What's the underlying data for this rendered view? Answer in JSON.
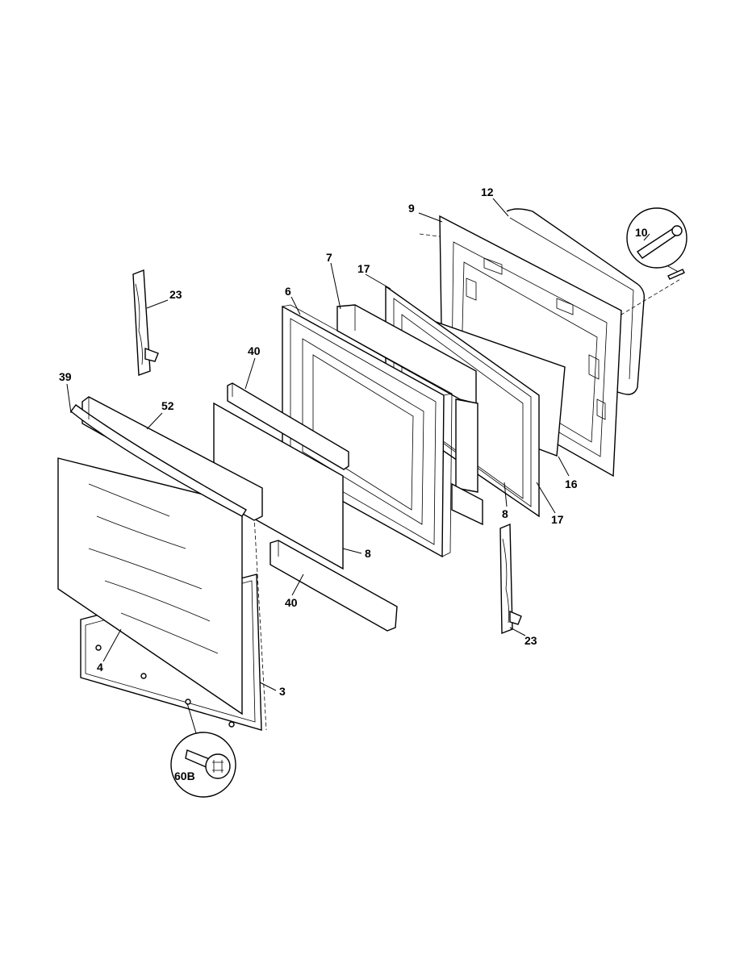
{
  "callouts": {
    "c3": "3",
    "c4": "4",
    "c6": "6",
    "c7": "7",
    "c8a": "8",
    "c8b": "8",
    "c9": "9",
    "c10": "10",
    "c12": "12",
    "c16": "16",
    "c17a": "17",
    "c17b": "17",
    "c23a": "23",
    "c23b": "23",
    "c39": "39",
    "c40a": "40",
    "c40b": "40",
    "c52": "52",
    "c60b": "60B"
  }
}
